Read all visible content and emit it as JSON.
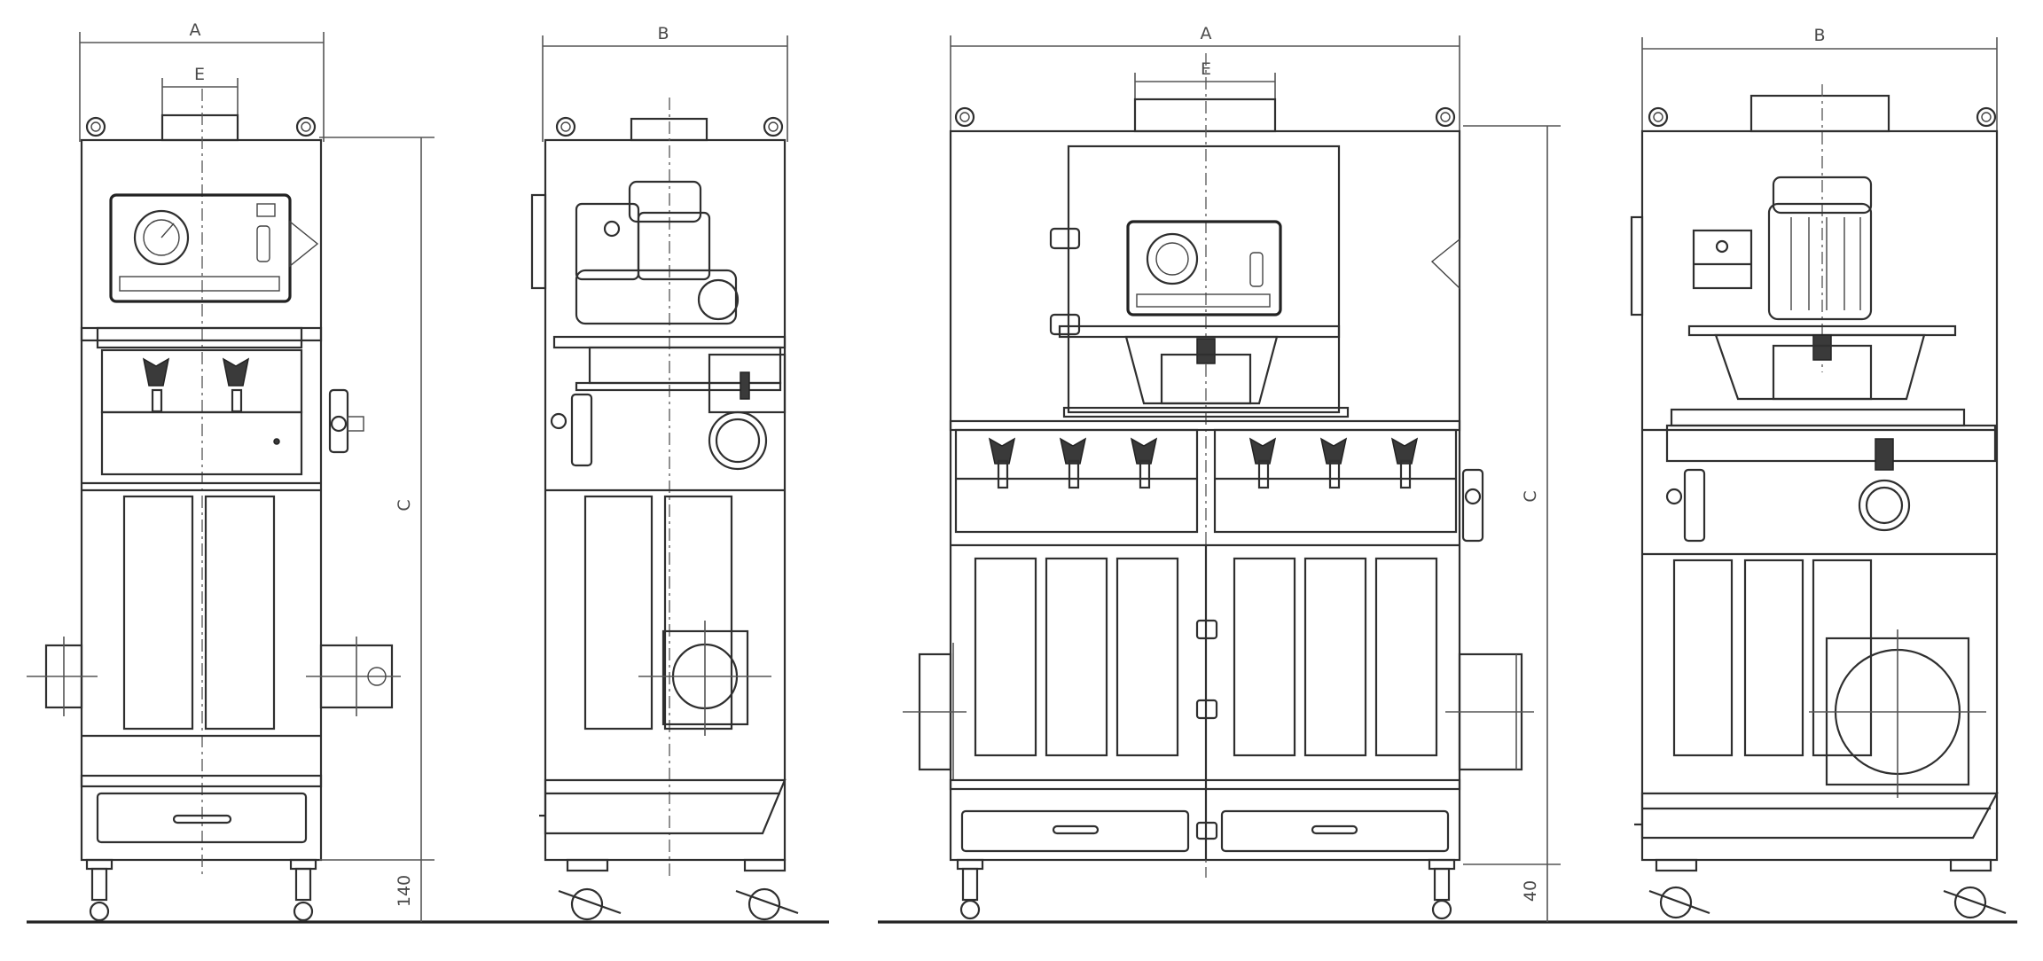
{
  "labels": {
    "v1_width": "A",
    "v1_outlet": "E",
    "v1_height": "C",
    "v1_base": "140",
    "v2_depth": "B",
    "v3_width": "A",
    "v3_outlet": "E",
    "v3_height": "C",
    "v3_base": "40",
    "v4_depth": "B"
  },
  "views": [
    "front-view-small",
    "side-view-small",
    "front-view-large",
    "side-view-large"
  ]
}
